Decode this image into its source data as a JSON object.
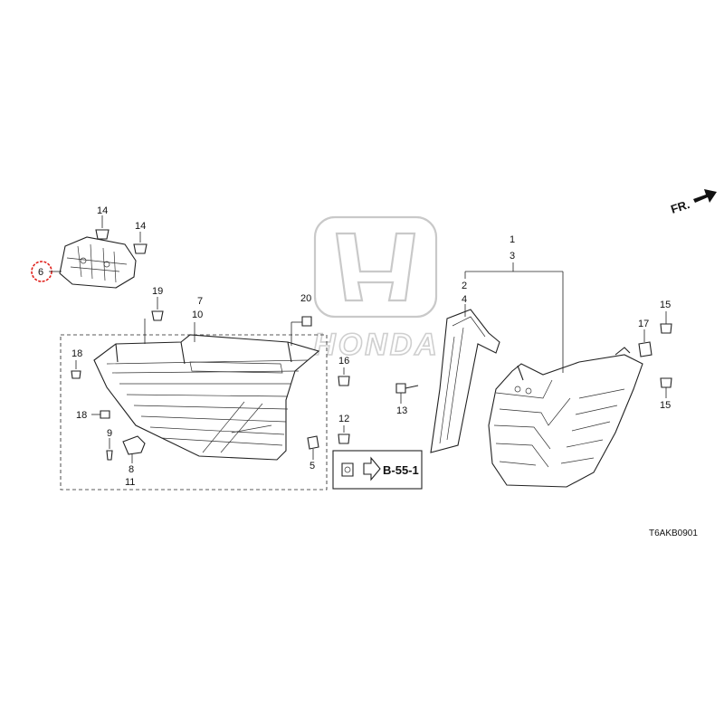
{
  "diagram": {
    "watermark_text": "HONDA",
    "direction_label": "FR.",
    "reference_label": "B-55-1",
    "diagram_code": "T6AKB0901",
    "highlight_color": "#e0201b",
    "callouts": {
      "c1": "1",
      "c2": "2",
      "c3": "3",
      "c4": "4",
      "c5": "5",
      "c6": "6",
      "c7": "7",
      "c8": "8",
      "c9": "9",
      "c10": "10",
      "c11": "11",
      "c12": "12",
      "c13": "13",
      "c14a": "14",
      "c14b": "14",
      "c15a": "15",
      "c15b": "15",
      "c16": "16",
      "c17": "17",
      "c18a": "18",
      "c18b": "18",
      "c19": "19",
      "c20": "20"
    }
  }
}
